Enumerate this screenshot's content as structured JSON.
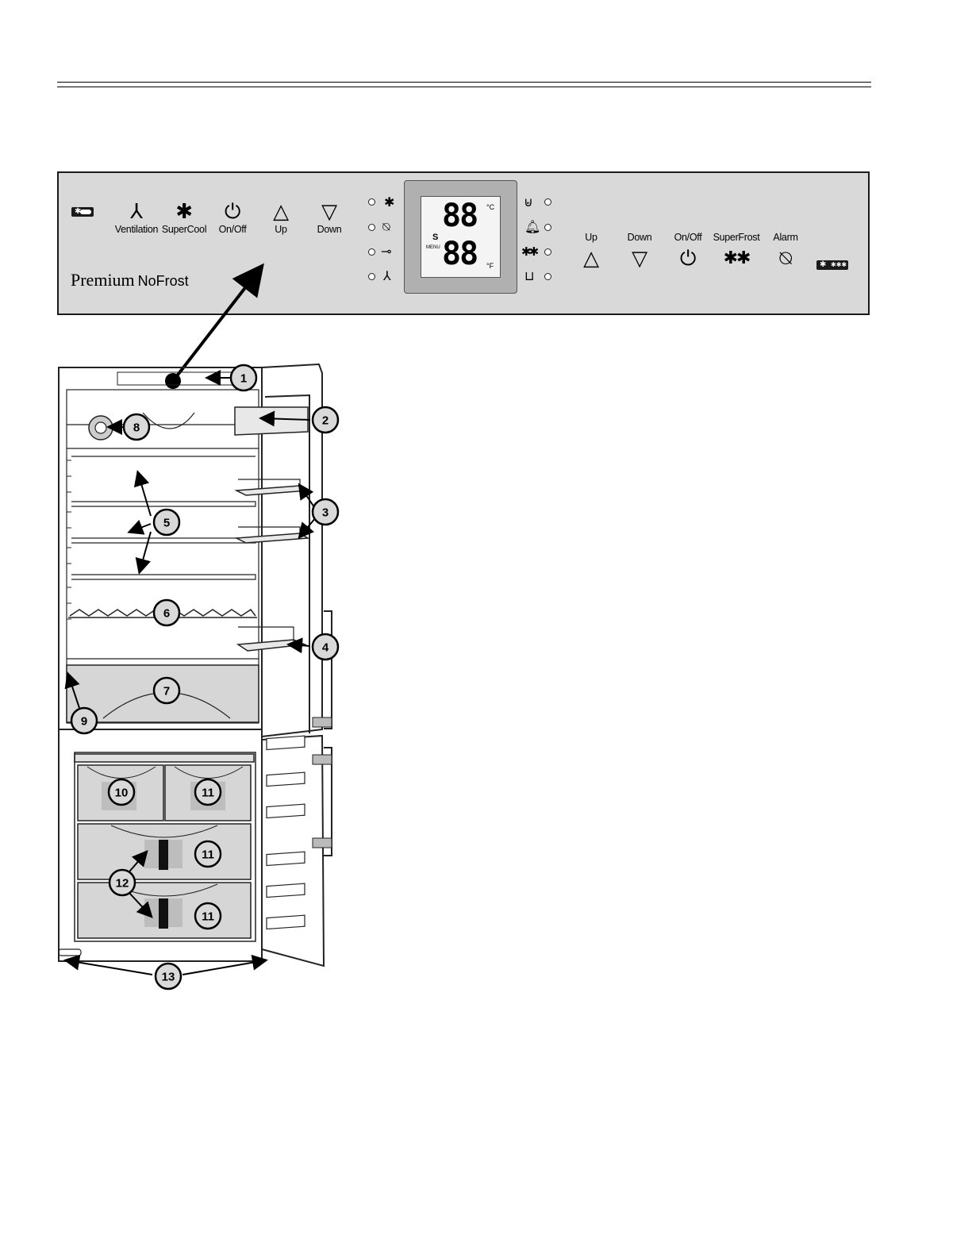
{
  "panel": {
    "brand_premium": "Premium",
    "brand_nofrost": "NoFrost",
    "left_controls": [
      {
        "label": "",
        "icon": "key-lock-icon"
      },
      {
        "label": "Ventilation",
        "icon": "fan-icon"
      },
      {
        "label": "SuperCool",
        "icon": "snowflake-icon"
      },
      {
        "label": "On/Off",
        "icon": "power-icon"
      },
      {
        "label": "Up",
        "icon": "triangle-up-icon"
      },
      {
        "label": "Down",
        "icon": "triangle-down-icon"
      }
    ],
    "right_controls": [
      {
        "label": "Up",
        "icon": "triangle-up-icon"
      },
      {
        "label": "Down",
        "icon": "triangle-down-icon"
      },
      {
        "label": "On/Off",
        "icon": "power-icon"
      },
      {
        "label": "SuperFrost",
        "icon": "double-snowflake-icon"
      },
      {
        "label": "Alarm",
        "icon": "alarm-off-icon"
      },
      {
        "label": "",
        "icon": "freezer-key-icon"
      }
    ],
    "display": {
      "top_digits": "88",
      "bottom_digits": "88",
      "unit_c": "°C",
      "unit_f": "°F",
      "s_mark": "S",
      "menu_mark": "MENU"
    },
    "indicators_left": [
      "snowflake-icon",
      "alarm-off-icon",
      "key-icon",
      "fan-icon"
    ],
    "indicators_right": [
      "ice-maker-icon",
      "bell-icon",
      "double-snowflake-icon",
      "water-icon"
    ]
  },
  "callouts": [
    "1",
    "2",
    "3",
    "4",
    "5",
    "6",
    "7",
    "8",
    "9",
    "10",
    "11",
    "11",
    "11",
    "11",
    "12",
    "13"
  ]
}
